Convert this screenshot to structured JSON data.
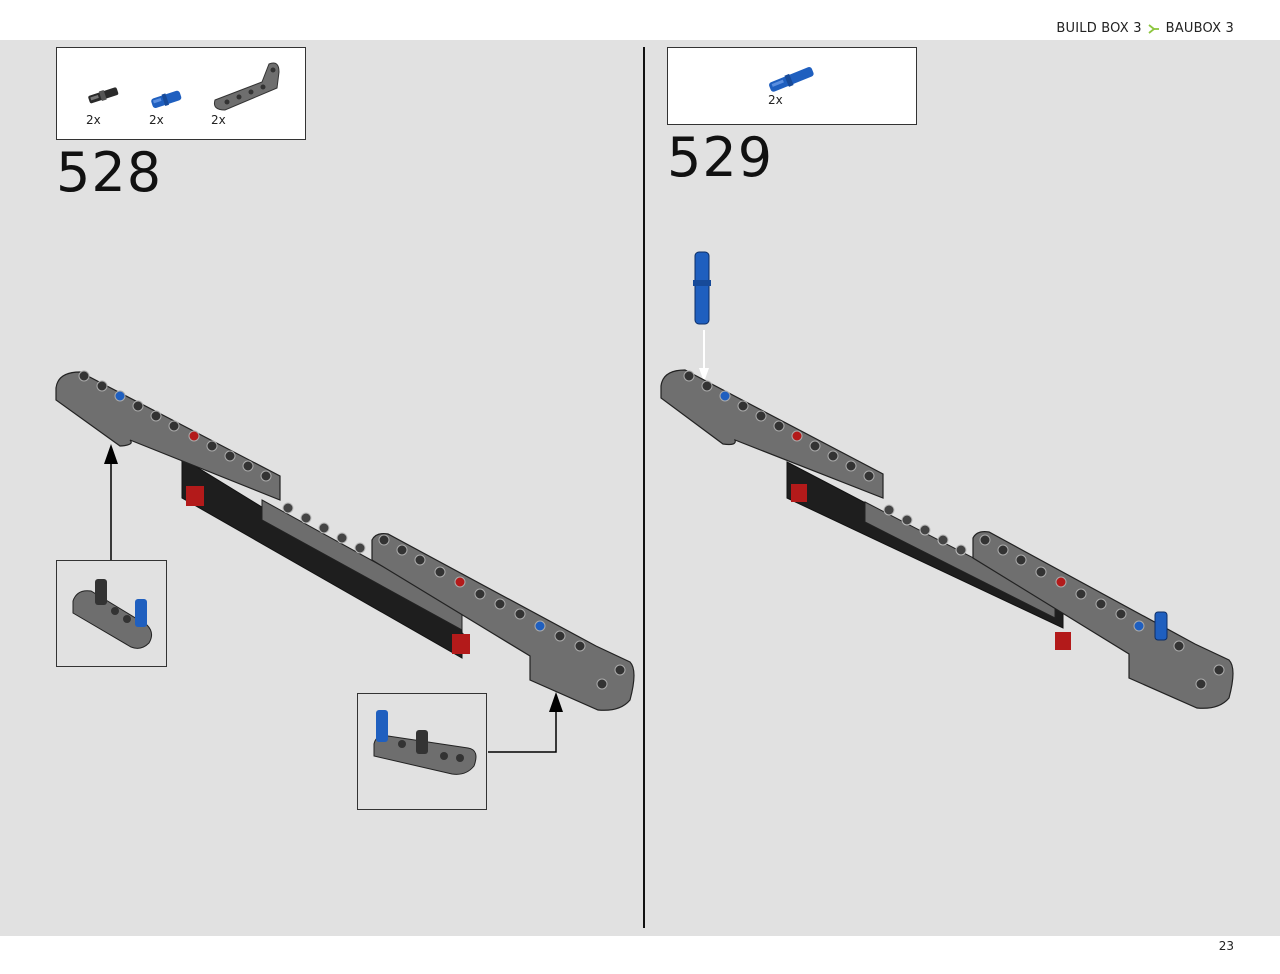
{
  "header": {
    "breadcrumb_left": "BUILD BOX 3",
    "breadcrumb_separator_icon": "chevron-arrow-icon",
    "breadcrumb_right": "BAUBOX 3",
    "accent_color": "#8dc63f"
  },
  "steps": [
    {
      "number": "528",
      "parts": [
        {
          "qty": "2x",
          "icon": "black-axle-pin-icon"
        },
        {
          "qty": "2x",
          "icon": "blue-pin-icon"
        },
        {
          "qty": "2x",
          "icon": "grey-l-beam-icon"
        }
      ]
    },
    {
      "number": "529",
      "parts": [
        {
          "qty": "2x",
          "icon": "blue-long-pin-icon"
        }
      ]
    }
  ],
  "footer": {
    "page_number": "23"
  }
}
